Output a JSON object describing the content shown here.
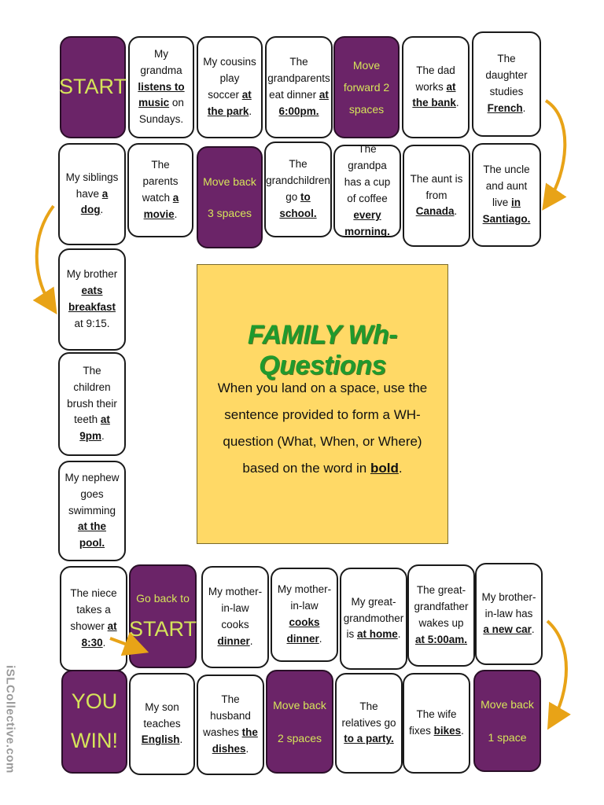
{
  "board": {
    "title": "FAMILY Wh-Questions",
    "instructions": {
      "before": "When you land on a space, use the sentence provided to form a WH- question (What, When, or Where) based on the word in ",
      "bold": "bold",
      "after": "."
    },
    "watermark": "iSLCollective.com"
  },
  "colors": {
    "purple": "#6b2468",
    "purple_text": "#d6e45a",
    "panel": "#ffd966",
    "title_green": "#1f9a2e",
    "arrow": "#e8a317"
  },
  "spaces": {
    "start": "START",
    "row1": [
      {
        "pre": "My grandma",
        "bold": "listens to music",
        "post": "on Sundays."
      },
      {
        "pre": "My cousins play soccer",
        "bold": "at the park",
        "post": "."
      },
      {
        "pre": "The grandparents eat dinner",
        "bold": "at 6:00pm.",
        "post": ""
      },
      {
        "move": "Move forward 2 spaces"
      },
      {
        "pre": "The dad works",
        "bold": "at the bank",
        "post": "."
      },
      {
        "pre": "The daughter studies",
        "bold": "French",
        "post": "."
      }
    ],
    "row2": [
      {
        "pre": "My siblings have",
        "bold": "a dog",
        "post": "."
      },
      {
        "pre": "The parents watch",
        "bold": "a movie",
        "post": "."
      },
      {
        "move_a": "Move back",
        "move_b": "3 spaces"
      },
      {
        "pre": "The grandchildren go",
        "bold": "to school.",
        "post": ""
      },
      {
        "pre": "The grandpa has a cup of coffee",
        "bold": "every morning.",
        "post": ""
      },
      {
        "pre": "The aunt is from",
        "bold": "Canada",
        "post": "."
      },
      {
        "pre": "The uncle and aunt live",
        "bold": "in Santiago.",
        "post": ""
      }
    ],
    "left_col": [
      {
        "pre": "My brother",
        "bold": "eats breakfast",
        "post": "at 9:15."
      },
      {
        "pre": "The children brush their teeth",
        "bold": "at 9pm",
        "post": "."
      },
      {
        "pre": "My nephew goes swimming",
        "bold": "at the pool.",
        "post": ""
      }
    ],
    "row3": [
      {
        "pre": "The niece takes a shower",
        "bold": "at 8:30",
        "post": "."
      },
      {
        "goback_a": "Go back to",
        "goback_b": "START"
      },
      {
        "pre": "My mother-in-law cooks",
        "bold": "dinner",
        "post": "."
      },
      {
        "pre": "My mother-in-law",
        "bold": "cooks dinner",
        "post": "."
      },
      {
        "pre": "My great-grandmother is",
        "bold": "at home",
        "post": "."
      },
      {
        "pre": "The great-grandfather wakes up",
        "bold": "at 5:00am.",
        "post": ""
      },
      {
        "pre": "My brother-in-law has",
        "bold": "a new car",
        "post": "."
      }
    ],
    "row4": [
      {
        "win_a": "YOU",
        "win_b": "WIN!"
      },
      {
        "pre": "My son teaches",
        "bold": "English",
        "post": "."
      },
      {
        "pre": "The husband washes",
        "bold": "the dishes",
        "post": "."
      },
      {
        "move_a": "Move back",
        "move_b": "2 spaces"
      },
      {
        "pre": "The relatives go",
        "bold": "to a party.",
        "post": ""
      },
      {
        "pre": "The wife fixes",
        "bold": "bikes",
        "post": "."
      },
      {
        "move_a": "Move back",
        "move_b": "1 space"
      }
    ]
  }
}
